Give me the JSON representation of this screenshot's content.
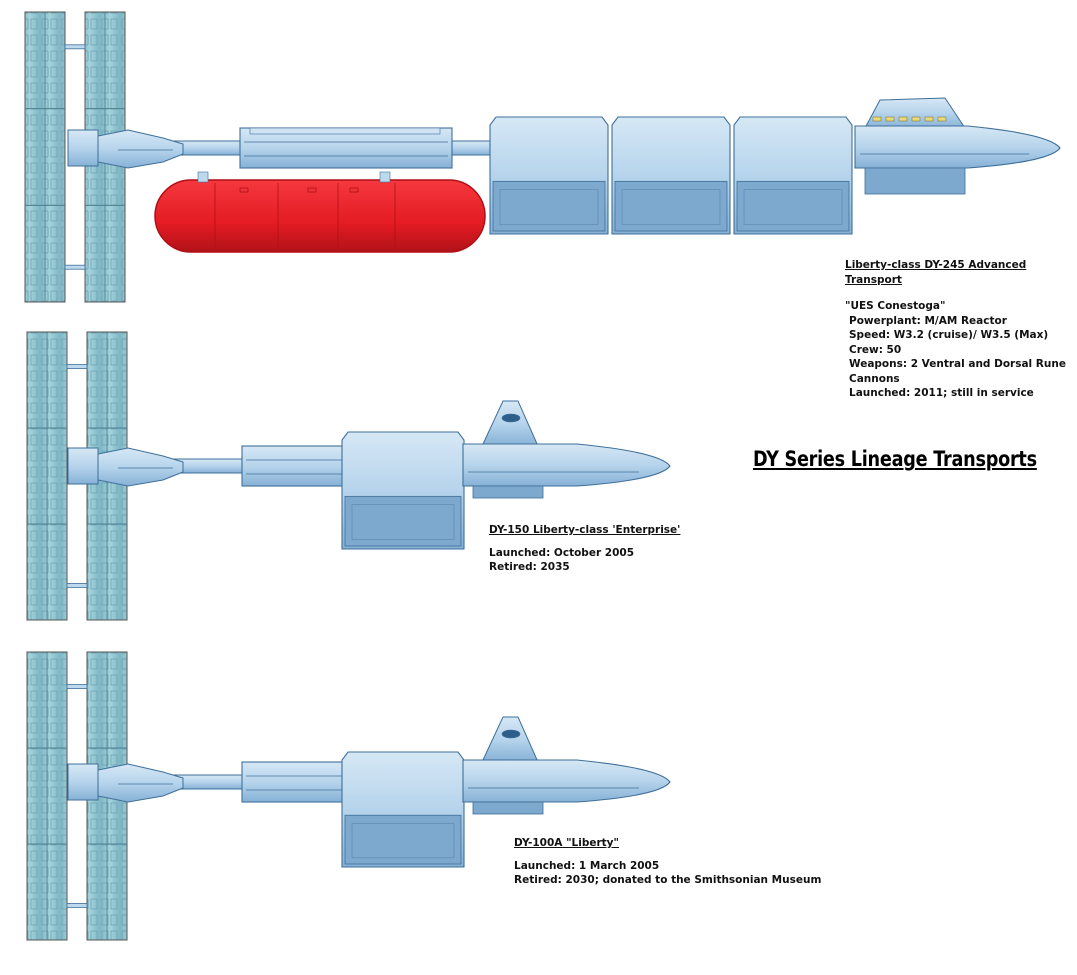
{
  "title": "DY Series Lineage Transports",
  "colors": {
    "hull": "#bcd9ee",
    "hull_dark": "#7aa8cf",
    "hull_shadow": "#5f8fbd",
    "panel": "#8fc6d2",
    "panel_dark": "#6aa3b3",
    "pod": "#ee1c24",
    "pod_dark": "#b00f16"
  },
  "ships": [
    {
      "heading": "Liberty-class DY-245 Advanced Transport",
      "lines": [
        "\"UES Conestoga\"",
        "Powerplant: M/AM Reactor",
        "Speed: W3.2 (cruise)/ W3.5 (Max)",
        "Crew: 50",
        "Weapons: 2 Ventral and Dorsal Rune Cannons",
        "Launched: 2011; still in service"
      ]
    },
    {
      "heading": "DY-150 Liberty-class 'Enterprise'",
      "lines": [
        "Launched: October 2005",
        "Retired: 2035"
      ]
    },
    {
      "heading": "DY-100A \"Liberty\"",
      "lines": [
        "Launched: 1 March 2005",
        "Retired: 2030; donated to the Smithsonian Museum"
      ]
    }
  ]
}
